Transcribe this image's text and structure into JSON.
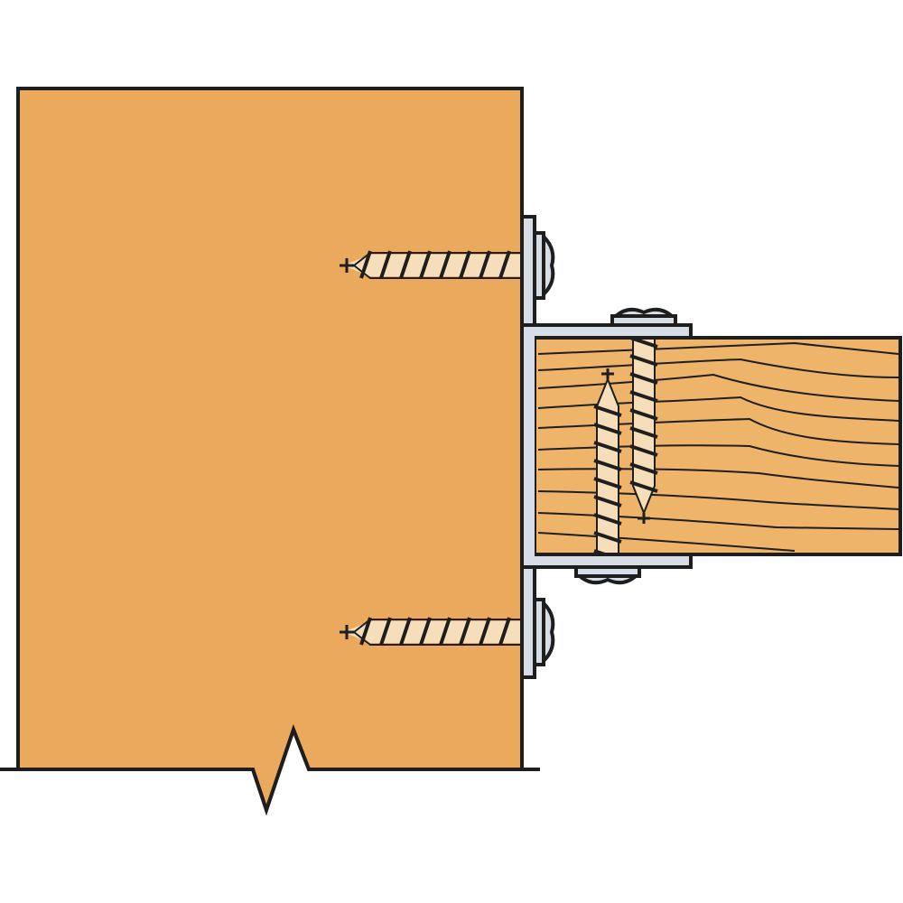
{
  "diagram": {
    "colors": {
      "post": "#EBA95E",
      "joist": "#EEB46A",
      "bracket": "#D6DDE5",
      "screw_shank": "#F6DEBB",
      "outline": "#1E1E1E",
      "background": "#FFFFFF"
    },
    "icons": [
      "wood-post",
      "wood-joist",
      "angle-bracket",
      "wood-screw"
    ]
  }
}
